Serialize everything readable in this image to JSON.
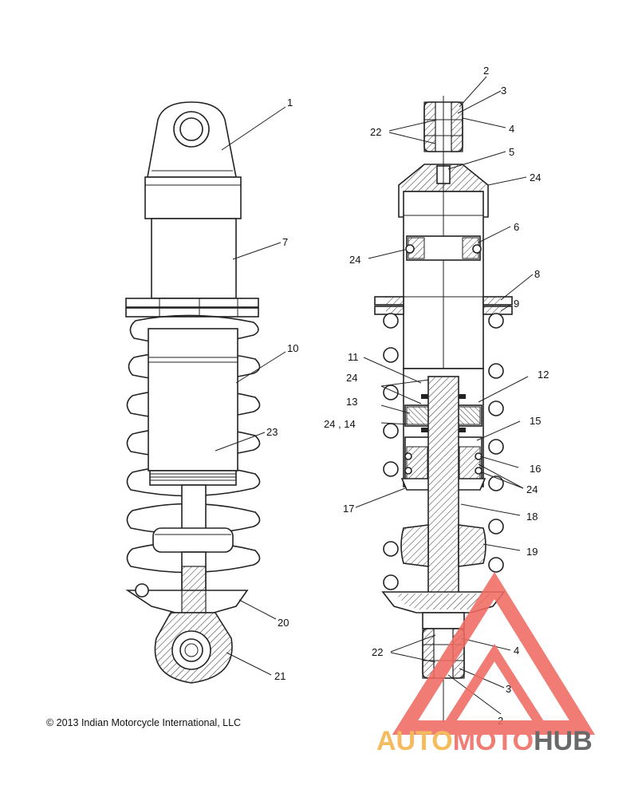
{
  "copyright": "© 2013 Indian Motorcycle International, LLC",
  "watermark": {
    "part1": "AUTO",
    "part2": "MOTO",
    "part3": "HUB",
    "colors": {
      "auto": "#f4b24a",
      "moto": "#ef6b62",
      "hub": "#555555",
      "triangle": "#ef6b62"
    }
  },
  "left_callouts": {
    "c1": "1",
    "c7": "7",
    "c10": "10",
    "c23": "23",
    "c20": "20",
    "c21": "21"
  },
  "right_callouts": {
    "c2_top": "2",
    "c3_top": "3",
    "c22_top": "22",
    "c4_top": "4",
    "c5": "5",
    "c24_a": "24",
    "c6": "6",
    "c24_b": "24",
    "c8": "8",
    "c9": "9",
    "c11": "11",
    "c12": "12",
    "c24_c": "24",
    "c13": "13",
    "c24_14": "24 , 14",
    "c15": "15",
    "c16": "16",
    "c24_d": "24",
    "c17": "17",
    "c18": "18",
    "c19": "19",
    "c22_bot": "22",
    "c4_bot": "4",
    "c3_bot": "3",
    "c2_bot": "2"
  }
}
